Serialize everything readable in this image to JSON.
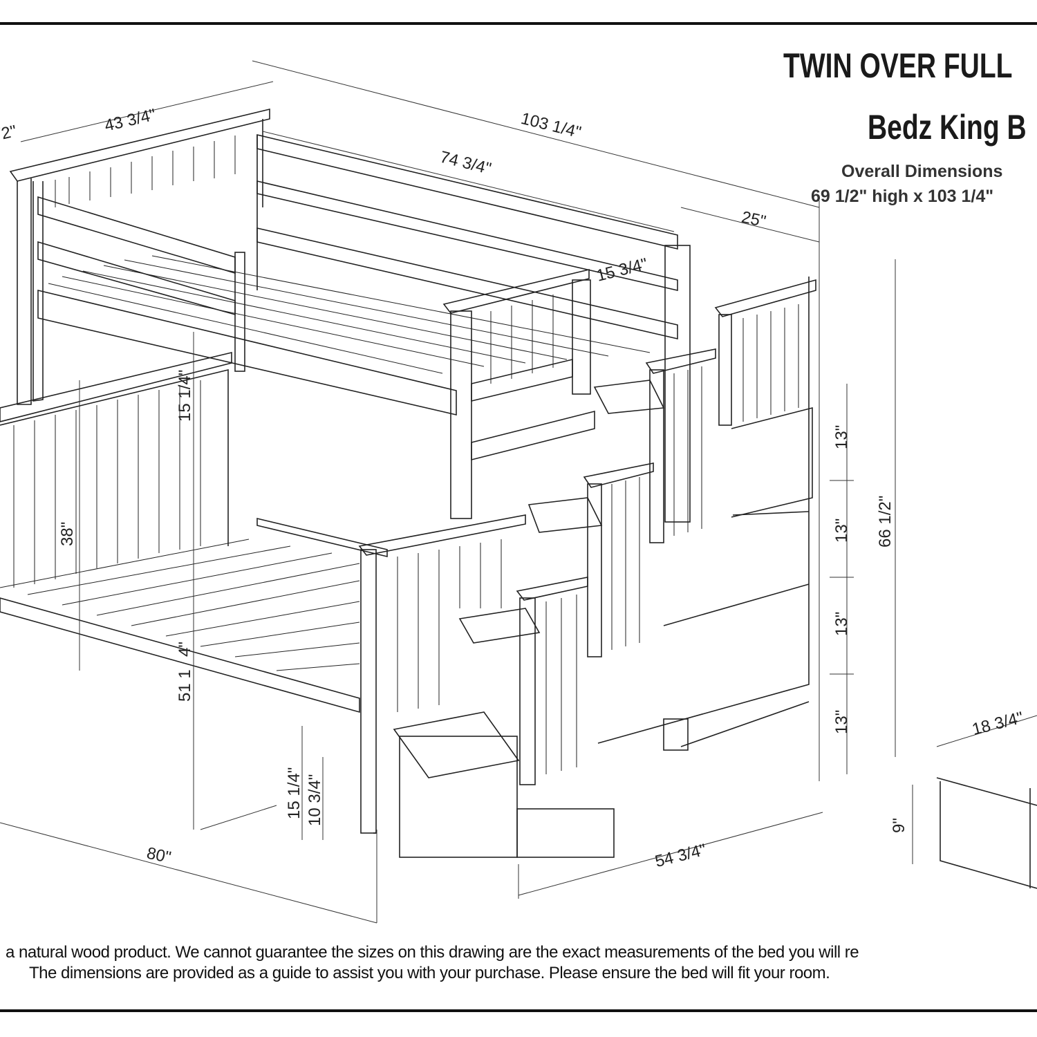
{
  "title": "TWIN OVER FULL",
  "brand": "Bedz King B",
  "overall_label": "Overall Dimensions",
  "overall_value": "69 1/2\" high x 103 1/4\"",
  "dimensions": {
    "top_left_partial": "/2\"",
    "headboard_width": "43 3/4\"",
    "overall_length": "103 1/4\"",
    "rail_length": "74 3/4\"",
    "stair_depth": "25\"",
    "guard_gap": "15 3/4\"",
    "upper_clearance": "15 1/4\"",
    "lower_headboard": "38\"",
    "overall_height_partial": "51 1",
    "overall_height_partial_tail": "4\"",
    "lower_leg": "15 1/4\"",
    "lower_rail": "10 3/4\"",
    "bed_length": "80\"",
    "stair_width": "54 3/4\"",
    "step_1": "13\"",
    "step_2": "13\"",
    "step_3": "13\"",
    "step_4": "13\"",
    "stair_height": "66 1/2\"",
    "drawer_width": "18 3/4\"",
    "drawer_height": "9\""
  },
  "disclaimer": {
    "line1": "a natural wood product. We cannot guarantee the sizes on this drawing are the exact measurements of the bed you will re",
    "line2": "The dimensions are provided as a guide to assist you with your purchase. Please ensure the bed will fit your room."
  }
}
